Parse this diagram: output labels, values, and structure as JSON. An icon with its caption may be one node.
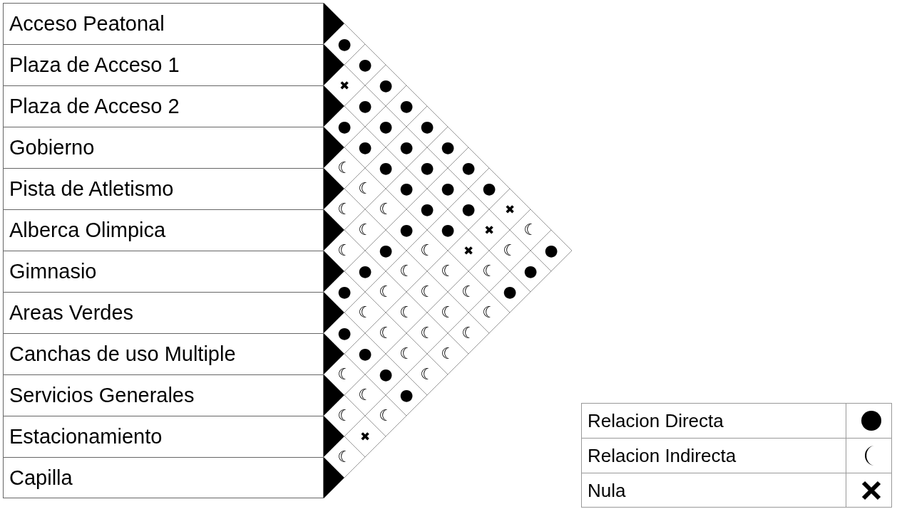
{
  "diagram": {
    "nodes": [
      {
        "text": [
          "Acceso Peatonal"
        ]
      },
      {
        "text": [
          "Plaza de Acceso 1"
        ]
      },
      {
        "text": [
          "Plaza de Acceso 2"
        ]
      },
      {
        "text": [
          "Gobierno"
        ]
      },
      {
        "text": [
          "Pista de Atletismo"
        ]
      },
      {
        "text": [
          "Alberca Olimpica"
        ]
      },
      {
        "text": [
          "Gimnasio"
        ]
      },
      {
        "text": [
          "Areas Verdes"
        ]
      },
      {
        "text": [
          "Canchas de uso Multiple"
        ]
      },
      {
        "text": [
          "Servicios Generales"
        ]
      },
      {
        "text": [
          "Estacionamiento"
        ]
      },
      {
        "text": [
          "Capilla"
        ]
      }
    ],
    "labels": [
      "●",
      "●",
      "✖",
      "●",
      "●",
      "●",
      "●",
      "●",
      "●",
      "●",
      "●",
      "●",
      "☾",
      "●",
      "●",
      "●",
      "☾",
      "●",
      "●",
      "●",
      "☾",
      "☾",
      "●",
      "●",
      "✖",
      "☾",
      "●",
      "●",
      "✖",
      "☾",
      "☾",
      "●",
      "☾",
      "✖",
      "☾",
      "●",
      "●",
      "☾",
      "☾",
      "☾",
      "●",
      "●",
      "☾",
      "☾",
      "☾",
      "●",
      "☾",
      "☾",
      "☾",
      "☾",
      "●",
      "☾",
      "☾",
      "☾",
      "●",
      "☾",
      "☾",
      "☾",
      "●",
      "☾",
      "☾",
      "●",
      "☾",
      "☾",
      "✖",
      "☾"
    ],
    "legend": [
      {
        "text": "Relacion Directa"
      },
      {
        "text": "Relacion Indirecta"
      },
      {
        "text": "Nula"
      }
    ]
  }
}
